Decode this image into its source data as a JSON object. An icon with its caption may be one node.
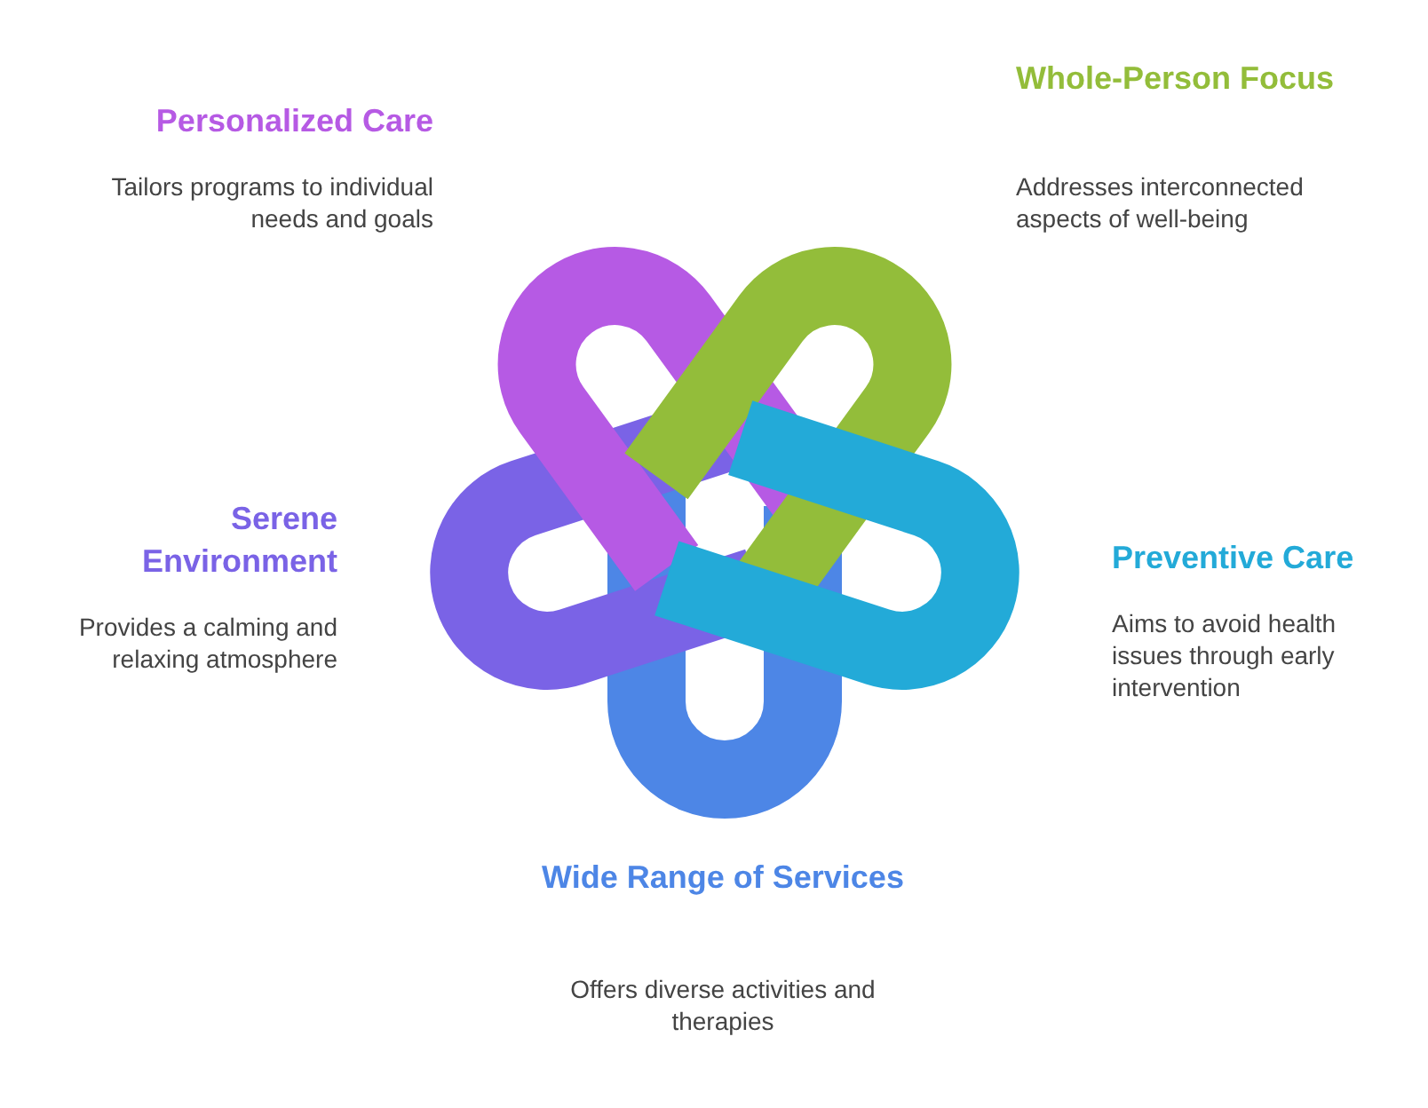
{
  "diagram": {
    "labels": [
      "Personalized Care",
      "Tailors programs to individual needs and goals",
      "Whole-Person Focus",
      "Addresses interconnected aspects of well-being",
      "Serene Environment",
      "Provides a calming and relaxing atmosphere",
      "Preventive Care",
      "Aims to avoid health issues through early intervention",
      "Wide Range of Services",
      "Offers diverse activities and therapies"
    ]
  }
}
